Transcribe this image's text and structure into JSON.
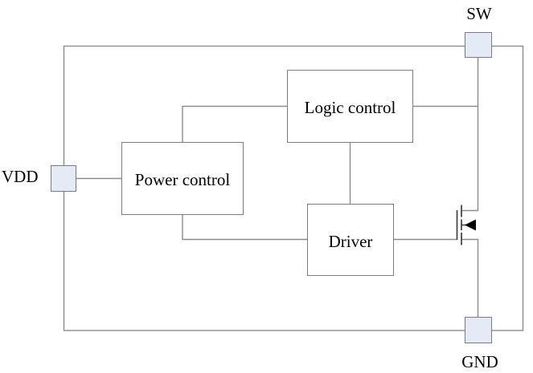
{
  "diagram": {
    "type": "circuit-block-diagram",
    "blocks": {
      "power_control": {
        "label": "Power control"
      },
      "logic_control": {
        "label": "Logic control"
      },
      "driver": {
        "label": "Driver"
      }
    },
    "pins": {
      "vdd": {
        "label": "VDD"
      },
      "sw": {
        "label": "SW"
      },
      "gnd": {
        "label": "GND"
      }
    },
    "transistor": {
      "symbol": "n-channel MOSFET",
      "body_arrow": "points-left"
    },
    "connections": [
      {
        "from": "VDD pad",
        "to": "Power control left"
      },
      {
        "from": "Power control top",
        "to": "Logic control left"
      },
      {
        "from": "Power control bottom",
        "to": "Driver left"
      },
      {
        "from": "Logic control bottom",
        "to": "Driver top"
      },
      {
        "from": "Logic control right",
        "to": "SW / drain net"
      },
      {
        "from": "SW pad",
        "to": "MOSFET drain"
      },
      {
        "from": "Driver right",
        "to": "MOSFET gate"
      },
      {
        "from": "MOSFET source",
        "to": "GND pad"
      }
    ],
    "colors": {
      "background": "#ffffff",
      "wire": "#8c8c8c",
      "block_border": "#7f7f7f",
      "block_fill": "#ffffff",
      "pad_fill": "#e4ebf6",
      "pad_border": "#767d88",
      "mosfet_stroke": "#3f3f3f",
      "arrow_fill": "#000000",
      "text": "#000000"
    }
  }
}
